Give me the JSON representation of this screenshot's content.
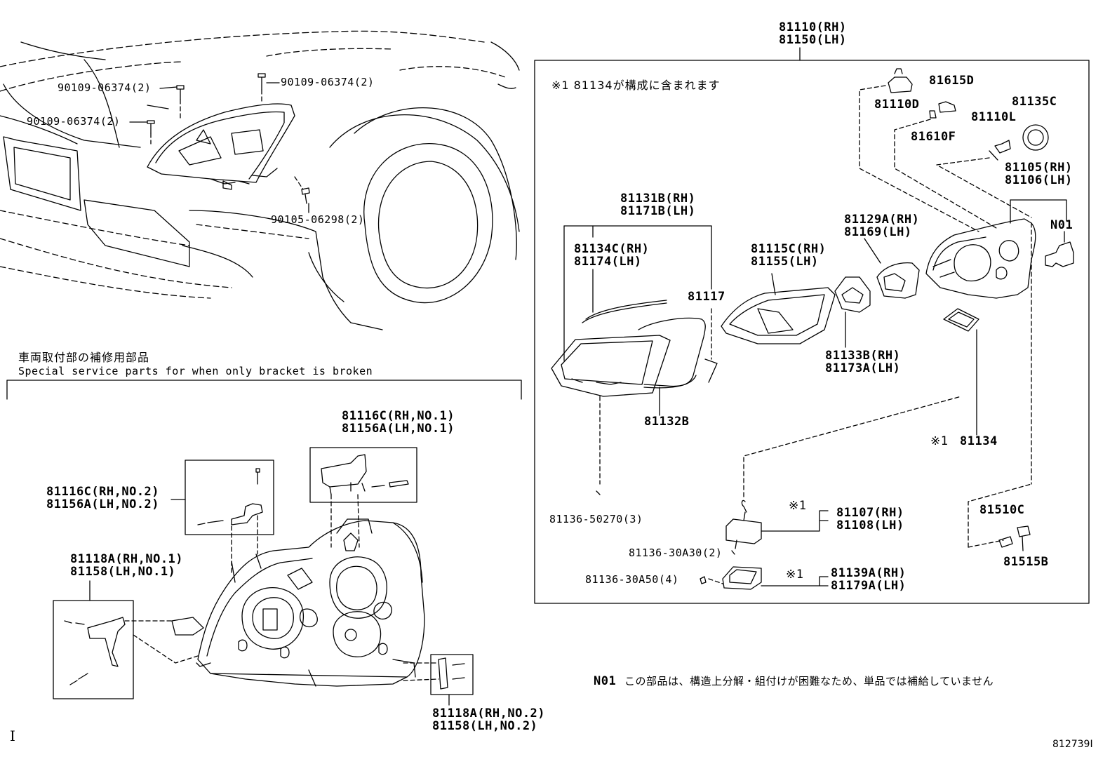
{
  "diagram_id": "812739I",
  "cursor_glyph": "I",
  "main_assembly": {
    "rh": "81110(RH)",
    "lh": "81150(LH)"
  },
  "note_included": "※1 81134が構成に含まれます",
  "note_n01": {
    "code": "N01",
    "text": "この部品は、構造上分解・組付けが困難なため、単品では補給していません"
  },
  "service_section": {
    "title_jp": "車両取付部の補修用部品",
    "title_en": "Special service parts for when only bracket is broken"
  },
  "car_parts": {
    "bolt_a": "90109-06374(2)",
    "bolt_b": "90109-06374(2)",
    "bolt_c": "90109-06374(2)",
    "screw_d": "90105-06298(2)"
  },
  "parts": {
    "p81110D": "81110D",
    "p81615D": "81615D",
    "p81135C": "81135C",
    "p81110L": "81110L",
    "p81610F": "81610F",
    "p81105": {
      "rh": "81105(RH)",
      "lh": "81106(LH)"
    },
    "pN01": "N01",
    "p81131B": {
      "rh": "81131B(RH)",
      "lh": "81171B(LH)"
    },
    "p81134C": {
      "rh": "81134C(RH)",
      "lh": "81174(LH)"
    },
    "p81117": "81117",
    "p81115C": {
      "rh": "81115C(RH)",
      "lh": "81155(LH)"
    },
    "p81129A": {
      "rh": "81129A(RH)",
      "lh": "81169(LH)"
    },
    "p81133B": {
      "rh": "81133B(RH)",
      "lh": "81173A(LH)"
    },
    "p81132B": "81132B",
    "p81134": {
      "mark": "※1",
      "code": "81134"
    },
    "p81136_50270": "81136-50270(3)",
    "p81107": {
      "mark": "※1",
      "rh": "81107(RH)",
      "lh": "81108(LH)"
    },
    "p81136_30A30": "81136-30A30(2)",
    "p81136_30A50": "81136-30A50(4)",
    "p81139A": {
      "mark": "※1",
      "rh": "81139A(RH)",
      "lh": "81179A(LH)"
    },
    "p81510C": "81510C",
    "p81515B": "81515B"
  },
  "brackets": {
    "b81116C_no1": {
      "rh": "81116C(RH,NO.1)",
      "lh": "81156A(LH,NO.1)"
    },
    "b81116C_no2": {
      "rh": "81116C(RH,NO.2)",
      "lh": "81156A(LH,NO.2)"
    },
    "b81118A_no1": {
      "rh": "81118A(RH,NO.1)",
      "lh": "81158(LH,NO.1)"
    },
    "b81118A_no2": {
      "rh": "81118A(RH,NO.2)",
      "lh": "81158(LH,NO.2)"
    }
  }
}
